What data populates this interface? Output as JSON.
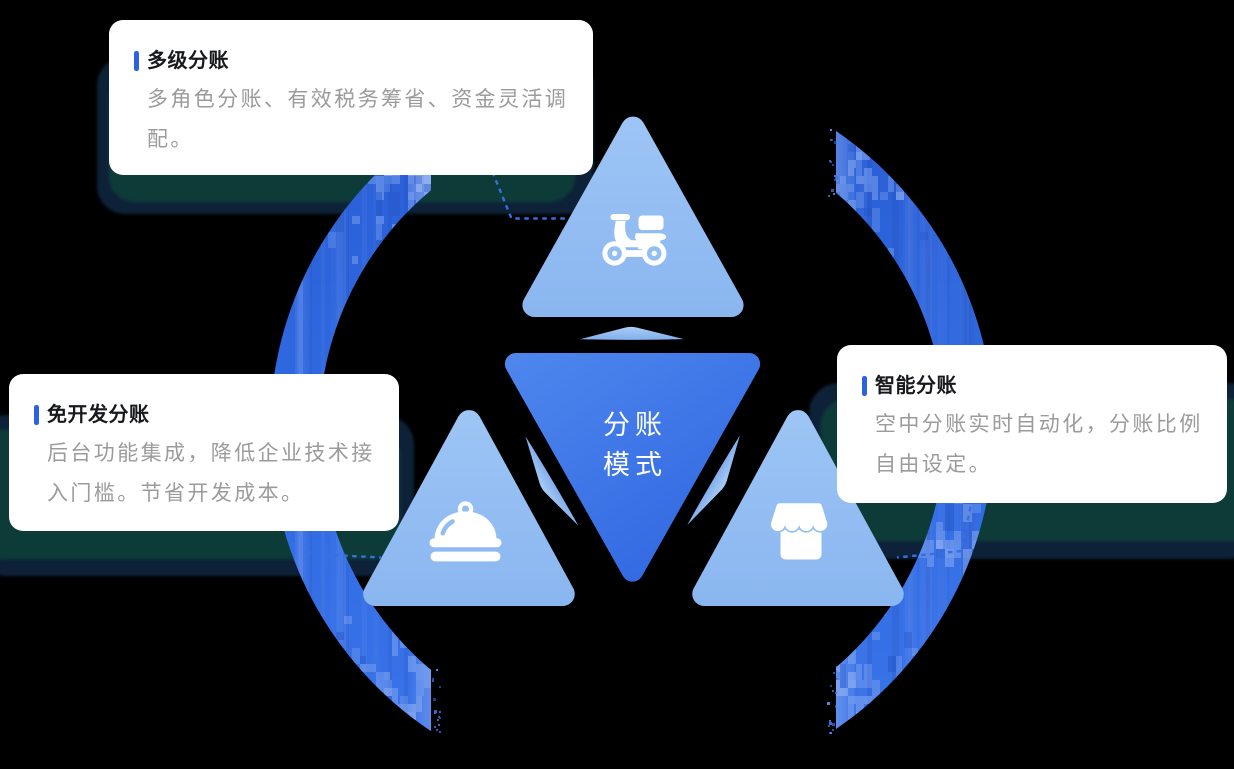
{
  "page": {
    "background": "#000000"
  },
  "diagram": {
    "center_label": {
      "lines": [
        "分账",
        "模式"
      ]
    },
    "nodes": [
      {
        "id": "delivery",
        "icon": "scooter-icon"
      },
      {
        "id": "catering",
        "icon": "cloche-icon"
      },
      {
        "id": "retail",
        "icon": "storefront-icon"
      }
    ],
    "colors": {
      "arc_blue": "#2f6ae2",
      "triangle_light_blue": "#92bff2",
      "center_triangle_gradient": [
        "#4f87ee",
        "#3067e1"
      ],
      "glow_teal": "#0e3b38",
      "glow_navy": "#0d2439",
      "accent_blue": "#2a62e0"
    }
  },
  "cards": [
    {
      "id": "multi-level",
      "title": "多级分账",
      "body": "多角色分账、有效税务筹省、资金灵活调配。"
    },
    {
      "id": "no-dev",
      "title": "免开发分账",
      "body": "后台功能集成，降低企业技术接入门槛。节省开发成本。"
    },
    {
      "id": "smart",
      "title": "智能分账",
      "body": "空中分账实时自动化，分账比例自由设定。"
    }
  ]
}
